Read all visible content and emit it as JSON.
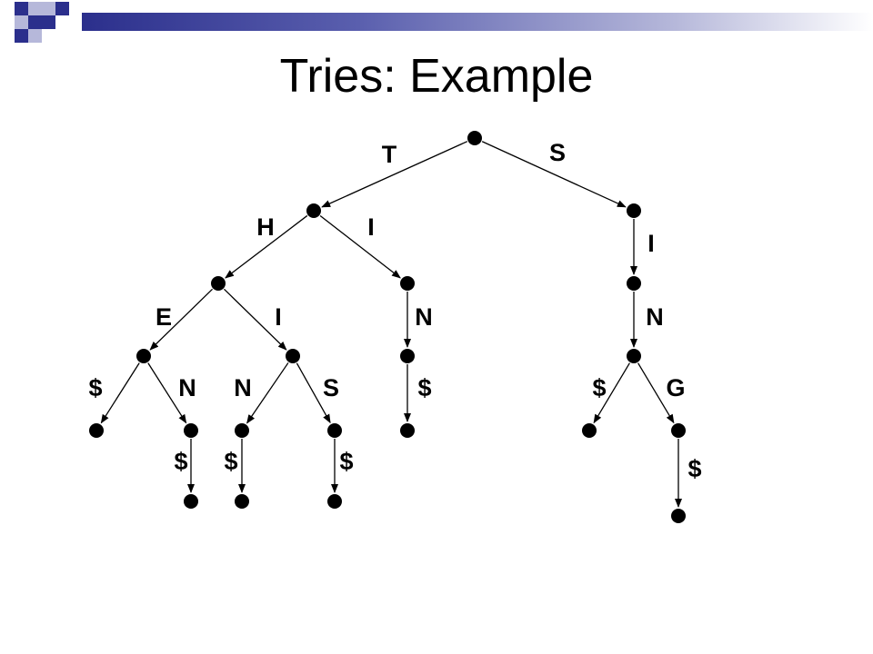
{
  "slide": {
    "title": "Tries: Example"
  },
  "colors": {
    "accent_dark": "#2b2f8c",
    "accent_light": "#b6b8da",
    "node": "#000000",
    "edge": "#000000"
  },
  "trie": {
    "nodes": [
      "root",
      "t",
      "s",
      "th",
      "ti",
      "si",
      "the",
      "thi",
      "tin",
      "sin",
      "the$",
      "then",
      "thin",
      "this",
      "tin$",
      "sin$",
      "sing",
      "then$",
      "thin$",
      "this$",
      "sing$"
    ],
    "edges": [
      {
        "from": "root",
        "to": "t",
        "label": "T"
      },
      {
        "from": "root",
        "to": "s",
        "label": "S"
      },
      {
        "from": "t",
        "to": "th",
        "label": "H"
      },
      {
        "from": "t",
        "to": "ti",
        "label": "I"
      },
      {
        "from": "s",
        "to": "si",
        "label": "I"
      },
      {
        "from": "th",
        "to": "the",
        "label": "E"
      },
      {
        "from": "th",
        "to": "thi",
        "label": "I"
      },
      {
        "from": "ti",
        "to": "tin",
        "label": "N"
      },
      {
        "from": "si",
        "to": "sin",
        "label": "N"
      },
      {
        "from": "the",
        "to": "the$",
        "label": "$"
      },
      {
        "from": "the",
        "to": "then",
        "label": "N"
      },
      {
        "from": "thi",
        "to": "thin",
        "label": "N"
      },
      {
        "from": "thi",
        "to": "this",
        "label": "S"
      },
      {
        "from": "tin",
        "to": "tin$",
        "label": "$"
      },
      {
        "from": "sin",
        "to": "sin$",
        "label": "$"
      },
      {
        "from": "sin",
        "to": "sing",
        "label": "G"
      },
      {
        "from": "then",
        "to": "then$",
        "label": "$"
      },
      {
        "from": "thin",
        "to": "thin$",
        "label": "$"
      },
      {
        "from": "this",
        "to": "this$",
        "label": "$"
      },
      {
        "from": "sing",
        "to": "sing$",
        "label": "$"
      }
    ]
  }
}
